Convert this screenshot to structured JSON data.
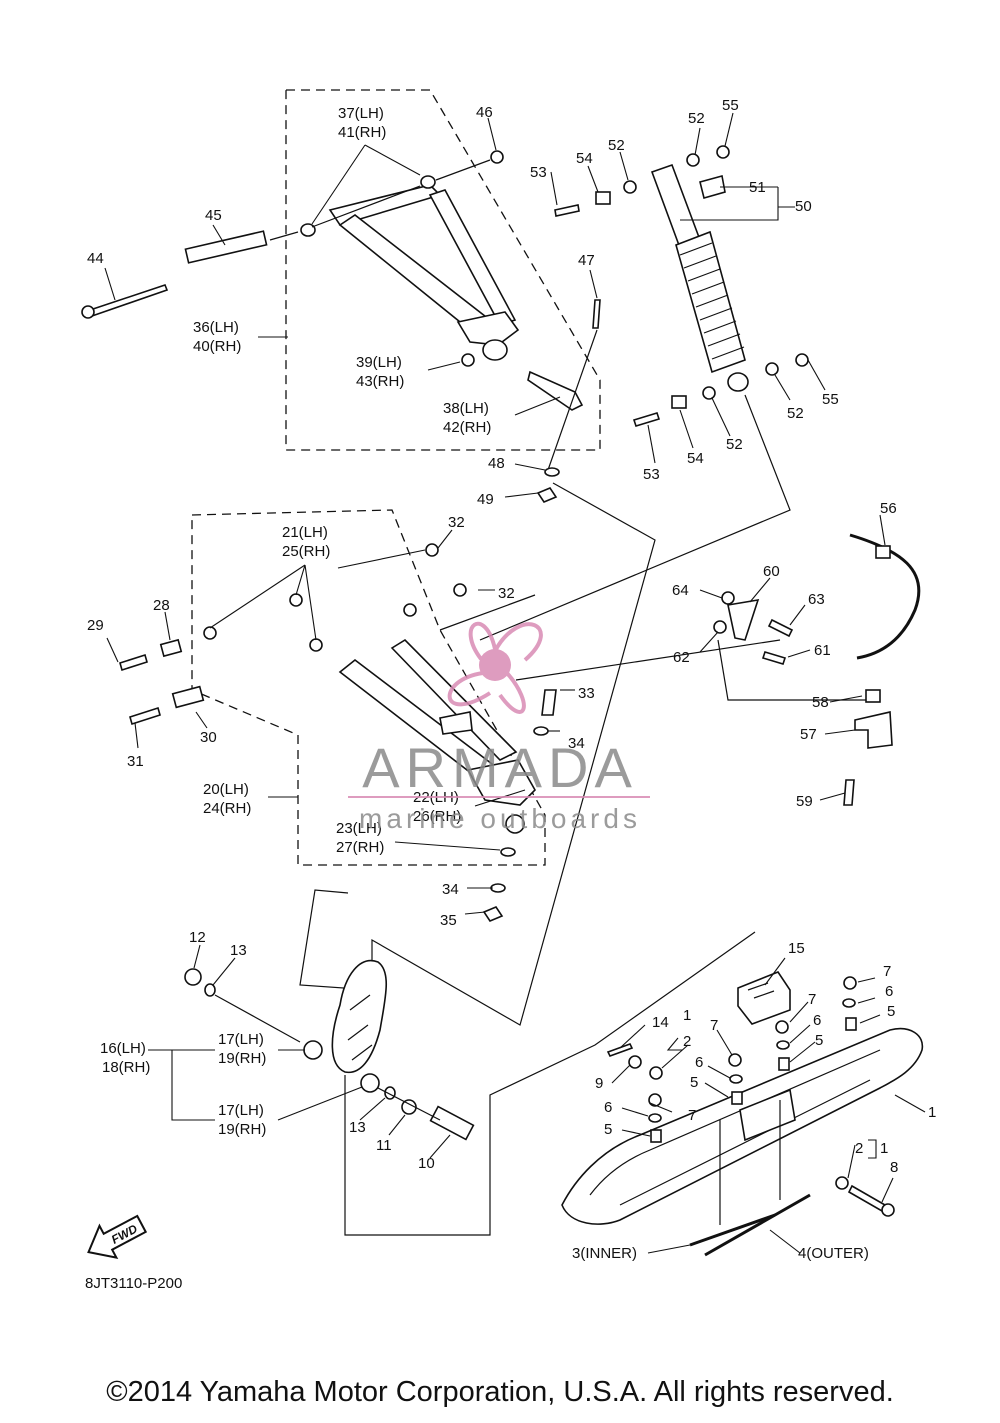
{
  "diagram_code": "8JT3110-P200",
  "copyright": "©2014 Yamaha Motor Corporation, U.S.A. All rights reserved.",
  "fwd_badge": "FWD",
  "watermark": {
    "brand": "ARMADA",
    "tagline": "marine outboards",
    "color": "#d98bb4",
    "icon": "propeller-icon"
  },
  "callouts": {
    "c1": "1",
    "c1b": "1",
    "c1c": "1",
    "c2": "2",
    "c2b": "2",
    "c3": "3(INNER)",
    "c4": "4(OUTER)",
    "c5a": "5",
    "c5b": "5",
    "c5c": "5",
    "c5d": "5",
    "c6a": "6",
    "c6b": "6",
    "c6c": "6",
    "c6d": "6",
    "c7a": "7",
    "c7b": "7",
    "c7c": "7",
    "c7d": "7",
    "c8": "8",
    "c9": "9",
    "c10": "10",
    "c11": "11",
    "c12": "12",
    "c13a": "13",
    "c13b": "13",
    "c14": "14",
    "c15": "15",
    "c16": "16(LH)",
    "c18": "18(RH)",
    "c17a": "17(LH)",
    "c19a": "19(RH)",
    "c17b": "17(LH)",
    "c19b": "19(RH)",
    "c20": "20(LH)",
    "c24": "24(RH)",
    "c21": "21(LH)",
    "c25": "25(RH)",
    "c22": "22(LH)",
    "c26": "26(RH)",
    "c23": "23(LH)",
    "c27": "27(RH)",
    "c28": "28",
    "c29": "29",
    "c30": "30",
    "c31": "31",
    "c32a": "32",
    "c32b": "32",
    "c33": "33",
    "c34a": "34",
    "c34b": "34",
    "c35": "35",
    "c36": "36(LH)",
    "c40": "40(RH)",
    "c37": "37(LH)",
    "c41": "41(RH)",
    "c38": "38(LH)",
    "c42": "42(RH)",
    "c39": "39(LH)",
    "c43": "43(RH)",
    "c44": "44",
    "c45": "45",
    "c46": "46",
    "c47": "47",
    "c48": "48",
    "c49": "49",
    "c50": "50",
    "c51": "51",
    "c52a": "52",
    "c52b": "52",
    "c52c": "52",
    "c52d": "52",
    "c53a": "53",
    "c53b": "53",
    "c54a": "54",
    "c54b": "54",
    "c55a": "55",
    "c55b": "55",
    "c56": "56",
    "c57": "57",
    "c58": "58",
    "c59": "59",
    "c60": "60",
    "c61": "61",
    "c62": "62",
    "c63": "63",
    "c64": "64"
  }
}
